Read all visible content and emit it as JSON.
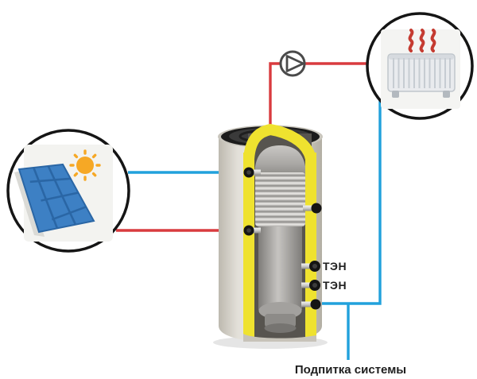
{
  "diagram": {
    "labels": {
      "ten_1": "ТЭН",
      "ten_2": "ТЭН",
      "system_makeup": "Подпитка системы"
    },
    "colors": {
      "hot_pipe": "#d93b3f",
      "cold_pipe": "#21a1dc",
      "insulation": "#efe22f",
      "tank_shell": "#d9d6cd",
      "circle_outline": "#151515",
      "sun": "#f6a825",
      "solar_panel": "#3d80c4",
      "solar_panel_grid": "#2a66a5",
      "radiator_body": "#e9ebee",
      "heat_waves": "#c53b31",
      "pump_outline": "#4a4a4a",
      "label_text": "#1f1f1f"
    },
    "icons": {
      "solar": "solar-panel-with-sun-icon",
      "pump": "circulation-pump-icon",
      "radiator": "radiator-icon",
      "tank": "buffer-tank-cutaway"
    }
  }
}
